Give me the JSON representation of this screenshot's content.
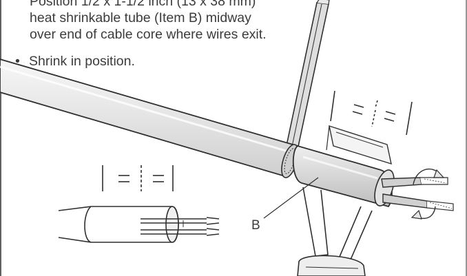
{
  "instructions": {
    "step1_lines": [
      "Position 1/2 x 1-1/2 inch (13 x 38 mm)",
      "heat shrinkable tube (Item B) midway",
      "over end of cable core where wires exit."
    ],
    "step2_bullet": "•",
    "step2": "Shrink in position."
  },
  "callouts": {
    "item_b": "B"
  },
  "colors": {
    "text": "#3c3c3c",
    "line": "#2f2f2f",
    "cable_fill": "#ececec",
    "tube_fill": "#d9d9d9"
  }
}
